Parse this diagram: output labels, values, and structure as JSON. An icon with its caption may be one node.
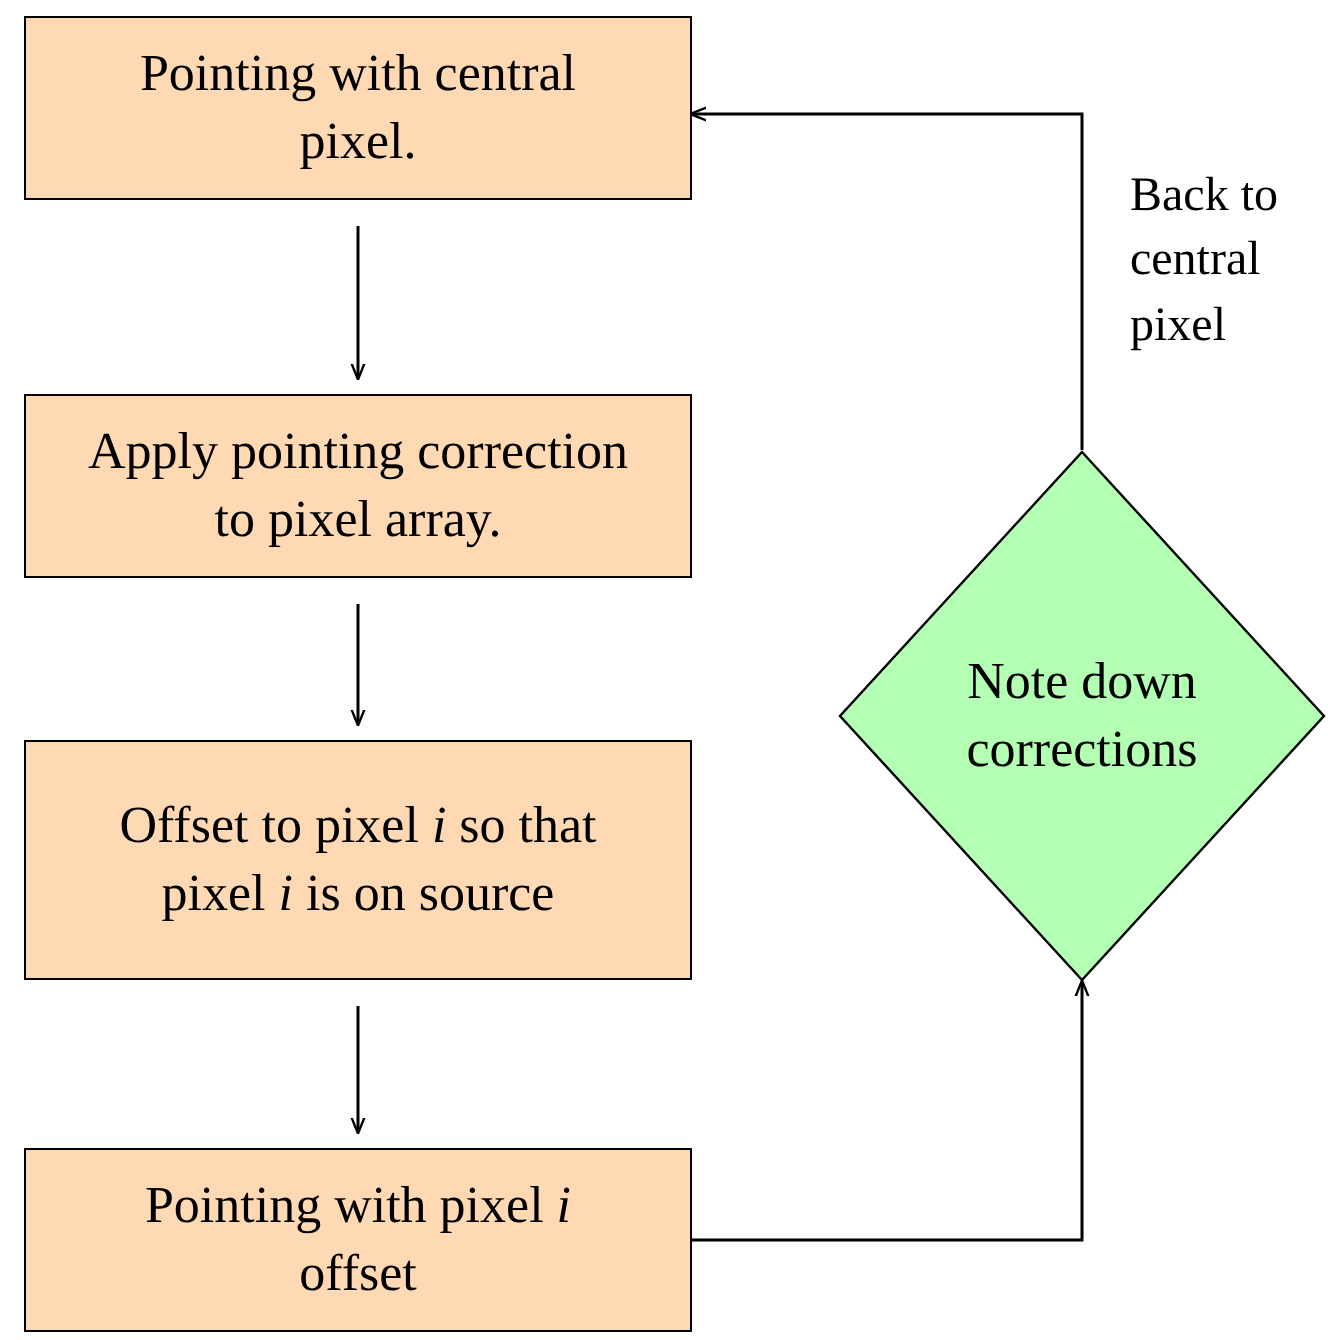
{
  "diagram": {
    "nodes": [
      {
        "text": [
          "Pointing with central pixel."
        ]
      },
      {
        "text": [
          "Apply pointing correction to pixel array."
        ]
      },
      {
        "text": [
          "Offset to pixel *i* so that pixel *i* is on source"
        ]
      },
      {
        "text": [
          "Pointing with pixel *i* offset"
        ]
      },
      {
        "text": [
          "Note down corrections"
        ]
      }
    ],
    "edges": [
      {
        "from": 0,
        "to": 1,
        "arrow": "to"
      },
      {
        "from": 1,
        "to": 2,
        "arrow": "to"
      },
      {
        "from": 2,
        "to": 3,
        "arrow": "to"
      },
      {
        "from": 3,
        "to": 4,
        "arrow": "to"
      },
      {
        "from": 4,
        "to": 0,
        "arrow": "to",
        "label": "Back to central pixel"
      }
    ]
  }
}
